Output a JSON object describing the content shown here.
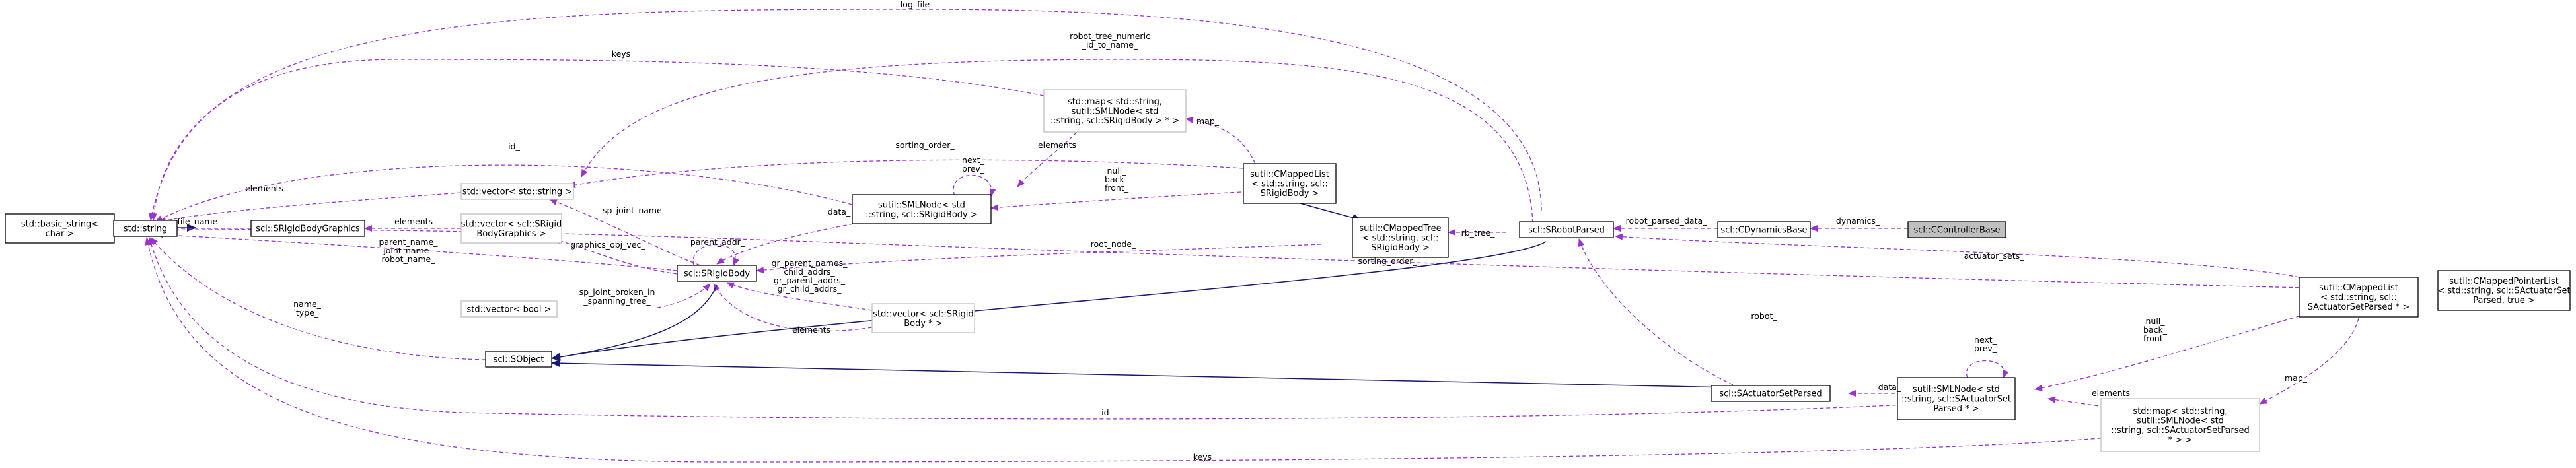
{
  "colors": {
    "usage": "#9a32cd",
    "inheritance": "#191970",
    "focus_fill": "#bfbfbf",
    "muted_border": "#bfbfbf"
  },
  "nodes": {
    "basic_string": [
      "std::basic_string<",
      "char >"
    ],
    "string": [
      "std::string"
    ],
    "vector_string": [
      "std::vector< std::string >"
    ],
    "vector_graphics": [
      "std::vector< scl::SRigid",
      "BodyGraphics >"
    ],
    "rigid_graphics": [
      "scl::SRigidBodyGraphics"
    ],
    "vector_bool": [
      "std::vector< bool >"
    ],
    "sobject": [
      "scl::SObject"
    ],
    "rigid_body": [
      "scl::SRigidBody"
    ],
    "vector_rigid_ptr": [
      "std::vector< scl::SRigid",
      "Body * >"
    ],
    "sml_rigid": [
      "sutil::SMLNode< std",
      "::string, scl::SRigidBody >"
    ],
    "map_rigid": [
      "std::map< std::string,",
      "sutil::SMLNode< std",
      "::string, scl::SRigidBody > * >"
    ],
    "mapped_list_rigid": [
      "sutil::CMappedList",
      "< std::string, scl::",
      "SRigidBody >"
    ],
    "mapped_tree": [
      "sutil::CMappedTree",
      "< std::string, scl::",
      "SRigidBody >"
    ],
    "robot_parsed": [
      "scl::SRobotParsed"
    ],
    "dynamics_base": [
      "scl::CDynamicsBase"
    ],
    "controller_base": [
      "scl::CControllerBase"
    ],
    "mapped_pointer_list": [
      "sutil::CMappedPointerList",
      "< std::string, scl::SActuatorSet",
      "Parsed, true >"
    ],
    "mapped_list_actuator": [
      "sutil::CMappedList",
      "< std::string, scl::",
      "SActuatorSetParsed * >"
    ],
    "sml_actuator": [
      "sutil::SMLNode< std",
      "::string, scl::SActuatorSet",
      "Parsed * >"
    ],
    "actuator_set_parsed": [
      "scl::SActuatorSetParsed"
    ],
    "map_actuator": [
      "std::map< std::string,",
      "sutil::SMLNode< std",
      "::string, scl::SActuatorSetParsed",
      " * > >"
    ]
  },
  "edge_labels": {
    "log_file": [
      "log_file"
    ],
    "robot_tree_numeric": [
      "robot_tree_numeric",
      "_id_to_name_"
    ],
    "keys_top": [
      "keys"
    ],
    "map_": [
      "map_"
    ],
    "elements_map": [
      "elements"
    ],
    "sorting_order_rigid": [
      "sorting_order_"
    ],
    "next_prev_rigid": [
      "next_",
      "prev_"
    ],
    "elements_vs": [
      "elements"
    ],
    "id_rigid": [
      "id_"
    ],
    "null_back_front_rigid": [
      "null_",
      "back_",
      "front_"
    ],
    "file_name": [
      "file_name_"
    ],
    "elements_rbg": [
      "elements"
    ],
    "sp_joint_name": [
      "sp_joint_name_"
    ],
    "data_rigid": [
      "data_"
    ],
    "robot_parsed_data": [
      "robot_parsed_data_"
    ],
    "dynamics": [
      "dynamics_"
    ],
    "rb_tree": [
      "rb_tree_"
    ],
    "graphics_obj_vec": [
      "graphics_obj_vec_"
    ],
    "parent_addr": [
      "parent_addr_"
    ],
    "parent_name": [
      "parent_name_",
      "joint_name_",
      "robot_name_"
    ],
    "root_node": [
      "root_node_"
    ],
    "gr_parent": [
      "gr_parent_names_",
      "child_addrs_",
      "gr_parent_addrs_",
      "gr_child_addrs_"
    ],
    "sp_joint_broken": [
      "sp_joint_broken_in",
      "_spanning_tree_"
    ],
    "elements_vr": [
      "elements"
    ],
    "actuator_sets": [
      "actuator_sets_"
    ],
    "sorting_order_act": [
      "sorting_order_"
    ],
    "name_type": [
      "name_",
      "type_"
    ],
    "robot": [
      "robot_"
    ],
    "null_back_front_act": [
      "null_",
      "back_",
      "front_"
    ],
    "next_prev_act": [
      "next_",
      "prev_"
    ],
    "data_act": [
      "data_"
    ],
    "map_act": [
      "map_"
    ],
    "elements_ma": [
      "elements"
    ],
    "id_act": [
      "id_"
    ],
    "keys_bottom": [
      "keys"
    ]
  }
}
